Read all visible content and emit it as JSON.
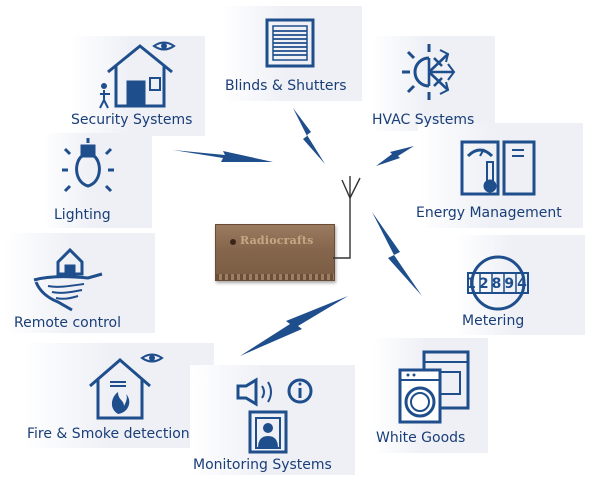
{
  "module": {
    "brand": "Radiocrafts"
  },
  "nodes": {
    "blinds": {
      "label": "Blinds & Shutters"
    },
    "hvac": {
      "label": "HVAC Systems"
    },
    "security": {
      "label": "Security Systems"
    },
    "lighting": {
      "label": "Lighting"
    },
    "energy": {
      "label": "Energy Management"
    },
    "remote": {
      "label": "Remote control"
    },
    "metering": {
      "label": "Metering",
      "meter_digits": "12894"
    },
    "fire": {
      "label": "Fire & Smoke detection"
    },
    "monitoring": {
      "label": "Monitoring Systems"
    },
    "white_goods": {
      "label": "White Goods"
    }
  },
  "colors": {
    "icon": "#1f4e8c",
    "label": "#1a3e78",
    "tile": "#eef0f6",
    "module": "#85664c"
  }
}
